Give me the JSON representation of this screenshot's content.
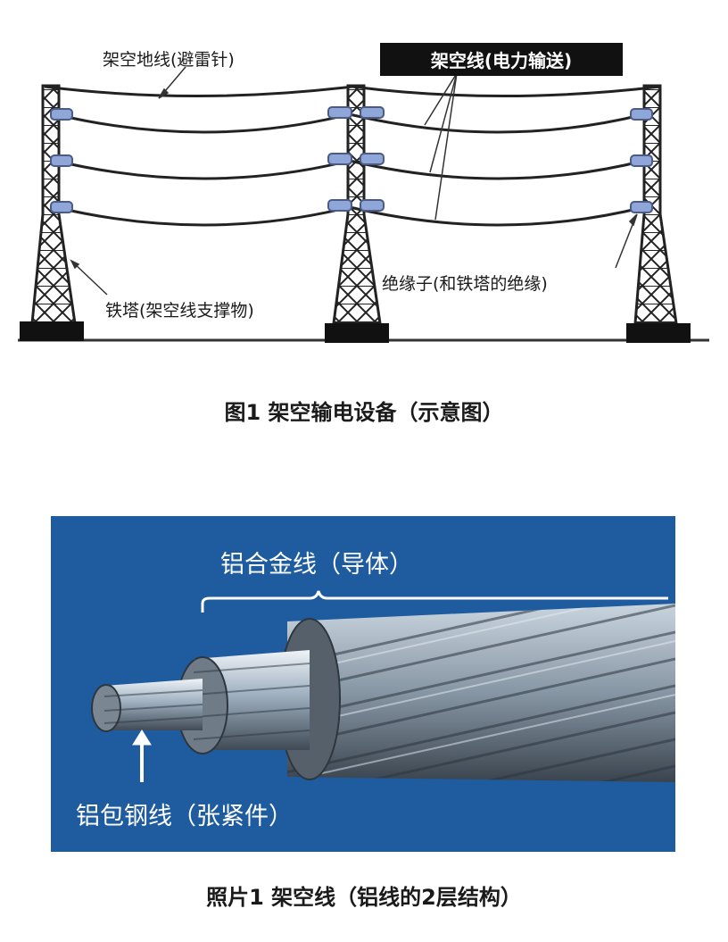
{
  "figure1": {
    "labels": {
      "ground_wire": "架空地线(避雷针)",
      "overhead_line": "架空线(电力输送)",
      "insulator": "绝缘子(和铁塔的绝缘)",
      "tower": "铁塔(架空线支撑物)"
    },
    "caption": "图1 架空输电设备（示意图）"
  },
  "photo1": {
    "labels": {
      "conductor": "铝合金线（导体）",
      "core": "铝包钢线（张紧件）"
    },
    "caption": "照片1 架空线（铝线的2层结构）"
  },
  "colors": {
    "tower": "#222222",
    "insulator": "#8fa6d8",
    "photo_bg": "#1f5c9f",
    "wire_light": "#c7d3de",
    "badge_bg": "#111111"
  }
}
